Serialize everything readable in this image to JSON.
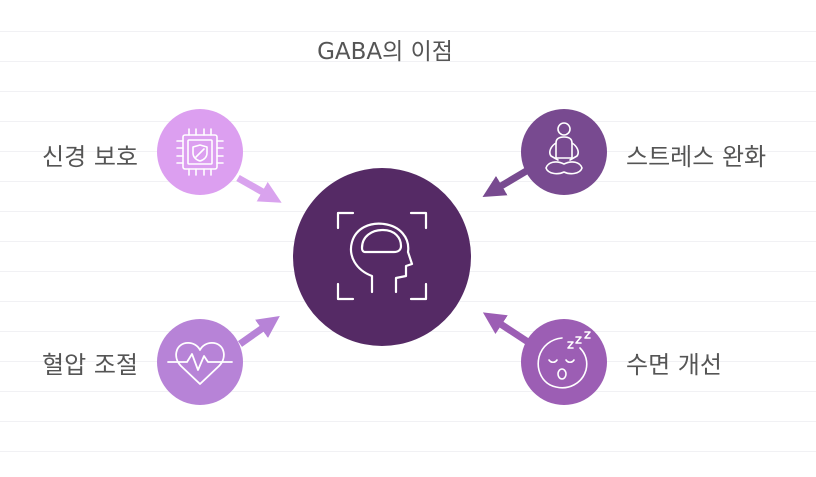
{
  "title": "GABA의 이점",
  "center": {
    "icon": "head-brain-scan-icon",
    "color": "#552a65"
  },
  "benefits": [
    {
      "label": "신경 보호",
      "icon": "chip-shield-icon",
      "color": "#dc9ff0"
    },
    {
      "label": "스트레스 완화",
      "icon": "meditation-person-icon",
      "color": "#784a90"
    },
    {
      "label": "혈압 조절",
      "icon": "heart-pulse-icon",
      "color": "#b783d7"
    },
    {
      "label": "수면 개선",
      "icon": "sleeping-face-icon",
      "color": "#9c5eb4"
    }
  ]
}
